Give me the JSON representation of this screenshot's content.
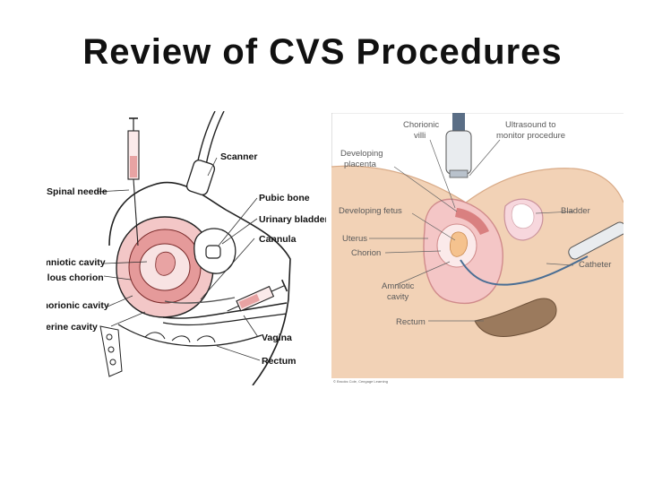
{
  "title": "Review of CVS Procedures",
  "left_diagram": {
    "labels": {
      "scanner": "Scanner",
      "spinal_needle": "Spinal needle",
      "pubic_bone": "Pubic bone",
      "urinary_bladder": "Urinary bladder",
      "cannula": "Cannula",
      "amniotic_cavity": "Amniotic cavity",
      "villous_chorion": "Villous chorion",
      "chorionic_cavity": "Chorionic cavity",
      "uterine_cavity": "Uterine cavity",
      "vagina": "Vagina",
      "rectum": "Rectum"
    }
  },
  "right_diagram": {
    "labels": {
      "chorionic_villi_1": "Chorionic",
      "chorionic_villi_2": "villi",
      "ultrasound_1": "Ultrasound to",
      "ultrasound_2": "monitor procedure",
      "developing_placenta_1": "Developing",
      "developing_placenta_2": "placenta",
      "developing_fetus": "Developing fetus",
      "bladder": "Bladder",
      "uterus": "Uterus",
      "chorion": "Chorion",
      "catheter": "Catheter",
      "amniotic_cavity_1": "Amniotic",
      "amniotic_cavity_2": "cavity",
      "rectum": "Rectum"
    },
    "credit": "© Brooks Cole, Cengage Learning"
  },
  "colors": {
    "pink_tissue": "#e8a3a3",
    "skin_tone": "#f2d2b6",
    "label_gray": "#5a5a5a",
    "probe_blue": "#4a6e94"
  }
}
